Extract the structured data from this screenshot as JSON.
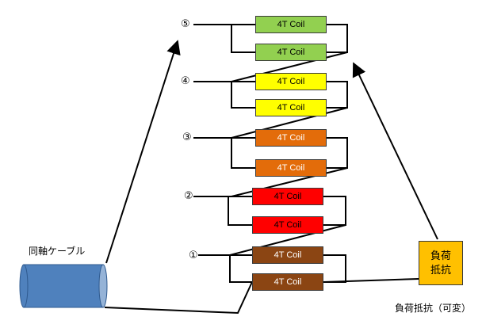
{
  "coax_label": "同軸ケーブル",
  "load_box_line1": "負荷",
  "load_box_line2": "抵抗",
  "load_caption": "負荷抵抗（可変）",
  "coil_label": "4T Coil",
  "stage_markers": [
    "⑤",
    "④",
    "③",
    "②",
    "①"
  ],
  "colors": {
    "stage5": "#92d050",
    "stage4": "#ffff00",
    "stage3": "#e36c0a",
    "stage2": "#ff0000",
    "stage1": "#8b4513",
    "load_box": "#ffc000",
    "coax": "#4f81bd"
  }
}
